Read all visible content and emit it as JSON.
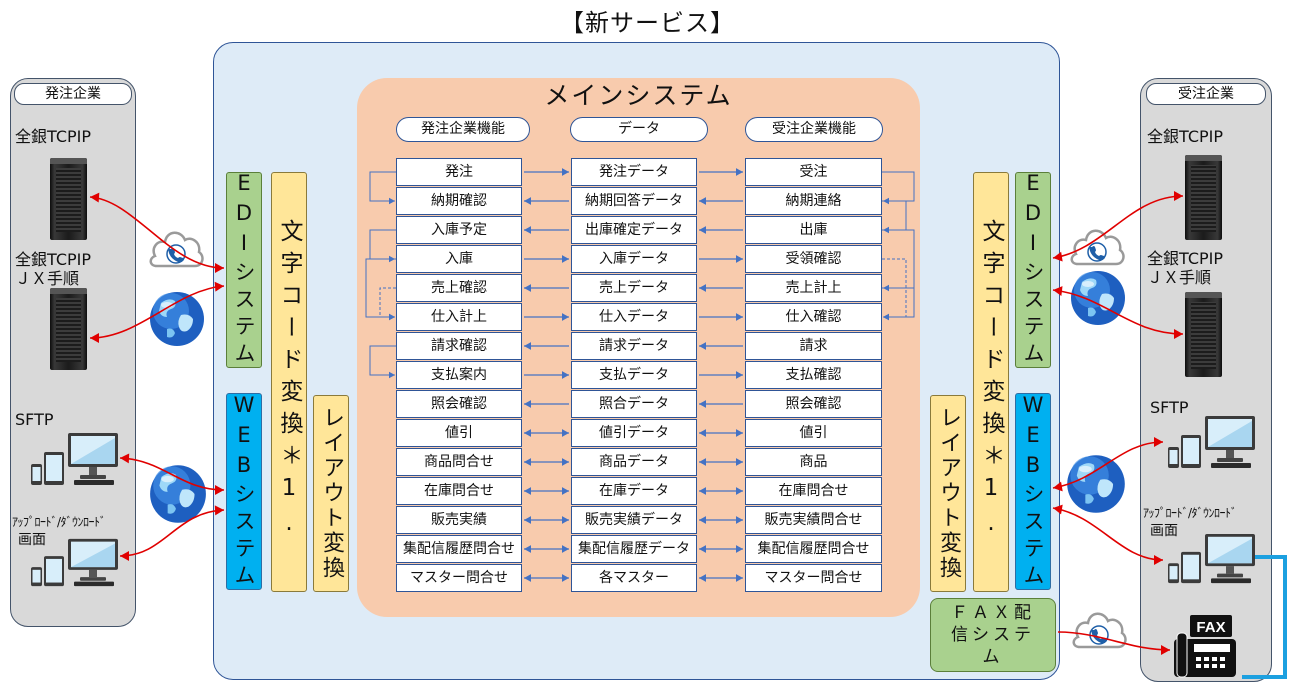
{
  "title": "【新サービス】",
  "colors": {
    "service_box": "#DEEBF7",
    "main_system": "#F8CBAD",
    "edi_system": "#A9D18E",
    "web_system": "#00B0F0",
    "conversion": "#FFE699",
    "company_panel": "#D9D9D9",
    "flow_arrow": "#4472C4",
    "network_link": "#E00000",
    "fax_link": "#1CA0E0"
  },
  "icons": [
    "server-icon",
    "cloud-phone-icon",
    "globe-icon",
    "computer-devices-icon",
    "fax-machine-icon"
  ],
  "buyer_panel": {
    "label": "発注企業",
    "zengin_label": "全銀TCPIP",
    "zengin_jx_label": "全銀TCPIP",
    "jx_label": "ＪＸ手順",
    "sftp_label": "SFTP",
    "upload_label": "ｱｯﾌﾟﾛｰﾄﾞ/ﾀﾞｳﾝﾛｰﾄﾞ",
    "screen_label": "画面"
  },
  "seller_panel": {
    "label": "受注企業",
    "zengin_label": "全銀TCPIP",
    "zengin_jx_label": "全銀TCPIP",
    "jx_label": "ＪＸ手順",
    "sftp_label": "SFTP",
    "upload_label": "ｱｯﾌﾟﾛｰﾄﾞ/ﾀﾞｳﾝﾛｰﾄﾞ",
    "screen_label": "画面"
  },
  "buyer_side_systems": {
    "edi": "EDIシステム",
    "web": "WEBシステム",
    "char_code": "文字コード変換＊1.",
    "layout": "レイアウト変換"
  },
  "seller_side_systems": {
    "edi": "EDIシステム",
    "web": "WEBシステム",
    "char_code": "文字コード変換＊1.",
    "layout": "レイアウト変換",
    "fax": "ＦＡＸ配信システム"
  },
  "fax_icon": {
    "label": "FAX"
  },
  "main_system": {
    "title": "メインシステム",
    "headers": {
      "buyer": "発注企業機能",
      "data": "データ",
      "seller": "受注企業機能"
    },
    "rows": [
      {
        "buyer": "発注",
        "data": "発注データ",
        "seller": "受注",
        "flow": "to-seller"
      },
      {
        "buyer": "納期確認",
        "data": "納期回答データ",
        "seller": "納期連絡",
        "flow": "to-buyer"
      },
      {
        "buyer": "入庫予定",
        "data": "出庫確定データ",
        "seller": "出庫",
        "flow": "to-buyer"
      },
      {
        "buyer": "入庫",
        "data": "入庫データ",
        "seller": "受領確認",
        "flow": "to-seller"
      },
      {
        "buyer": "売上確認",
        "data": "売上データ",
        "seller": "売上計上",
        "flow": "to-buyer"
      },
      {
        "buyer": "仕入計上",
        "data": "仕入データ",
        "seller": "仕入確認",
        "flow": "to-seller"
      },
      {
        "buyer": "請求確認",
        "data": "請求データ",
        "seller": "請求",
        "flow": "to-buyer"
      },
      {
        "buyer": "支払案内",
        "data": "支払データ",
        "seller": "支払確認",
        "flow": "to-seller"
      },
      {
        "buyer": "照会確認",
        "data": "照合データ",
        "seller": "照会確認",
        "flow": "to-buyer"
      },
      {
        "buyer": "値引",
        "data": "値引データ",
        "seller": "値引",
        "flow": "both"
      },
      {
        "buyer": "商品問合せ",
        "data": "商品データ",
        "seller": "商品",
        "flow": "both"
      },
      {
        "buyer": "在庫問合せ",
        "data": "在庫データ",
        "seller": "在庫問合せ",
        "flow": "both"
      },
      {
        "buyer": "販売実績",
        "data": "販売実績データ",
        "seller": "販売実績問合せ",
        "flow": "both"
      },
      {
        "buyer": "集配信履歴問合せ",
        "data": "集配信履歴データ",
        "seller": "集配信履歴問合せ",
        "flow": "both"
      },
      {
        "buyer": "マスター問合せ",
        "data": "各マスター",
        "seller": "マスター問合せ",
        "flow": "both"
      }
    ]
  }
}
